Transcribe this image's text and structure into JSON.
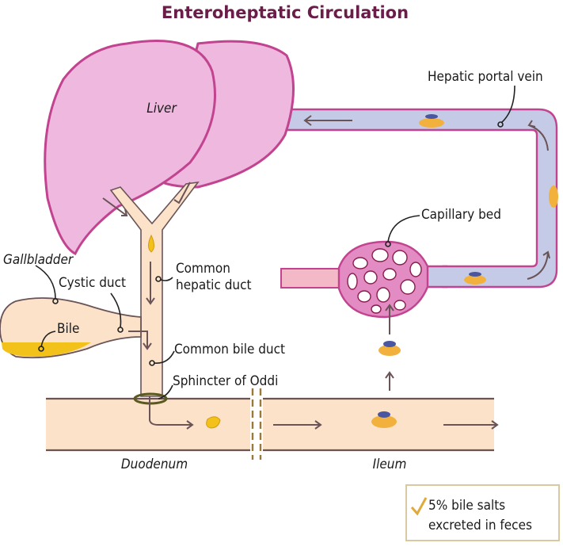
{
  "title": "Enteroheptatic Circulation",
  "labels": {
    "liver": "Liver",
    "hepatic_portal_vein": "Hepatic portal vein",
    "capillary_bed": "Capillary bed",
    "gallbladder": "Gallbladder",
    "cystic_duct": "Cystic duct",
    "common_hepatic_duct_line1": "Common",
    "common_hepatic_duct_line2": "hepatic duct",
    "bile": "Bile",
    "common_bile_duct": "Common bile duct",
    "sphincter_of_oddi": "Sphincter of Oddi",
    "duodenum": "Duodenum",
    "ileum": "Ileum"
  },
  "note": {
    "icon": "checkmark-icon",
    "line1": "5% bile salts",
    "line2": "excreted in feces"
  },
  "colors": {
    "title": "#6b1d4a",
    "liver_fill": "#eeb8df",
    "liver_stroke": "#c2438f",
    "vein_fill": "#c5cbe6",
    "vein_stroke": "#c2438f",
    "duct_fill": "#fbe2c9",
    "bile": "#f2c21a",
    "note_border": "#d8c9a0",
    "check": "#e0a93a"
  }
}
